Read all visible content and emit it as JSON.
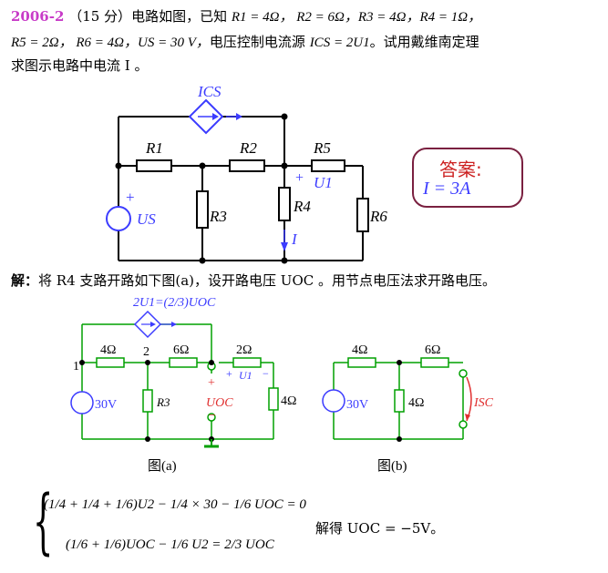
{
  "problem": {
    "id": "2006-2",
    "points": "（15 分）",
    "line1_text": "电路如图，已知",
    "line1_values": "R1 = 4Ω，  R2 = 6Ω，R3 = 4Ω，R4 = 1Ω，",
    "line2_values": "R5 = 2Ω，  R6 = 4Ω，US = 30 V，",
    "line2_text": "电压控制电流源",
    "line2_source": "ICS = 2U1",
    "line2_tail": "。试用戴维南定理",
    "line3": "求图示电路中电流 I 。"
  },
  "circuit_main": {
    "ics": "ICS",
    "r1": "R1",
    "r2": "R2",
    "r3": "R3",
    "r4": "R4",
    "r5": "R5",
    "r6": "R6",
    "us": "US",
    "u1": "U1",
    "i": "I",
    "plus": "+"
  },
  "answer": {
    "label": "答案:",
    "value": "I = 3A"
  },
  "solution": {
    "prefix": "解：",
    "text": "将 R4 支路开路如下图(a)，设开路电压 UOC 。用节点电压法求开路电压。"
  },
  "fig_a": {
    "source_label": "2U1=(2/3)UOC",
    "r_4": "4Ω",
    "r_6": "6Ω",
    "r_2": "2Ω",
    "r_4b": "4Ω",
    "node1": "1",
    "node2": "2",
    "vs": "30V",
    "r3": "R3",
    "uoc": "UOC",
    "u1": "U1",
    "caption": "图(a)"
  },
  "fig_b": {
    "r_4": "4Ω",
    "r_6": "6Ω",
    "r_4b": "4Ω",
    "vs": "30V",
    "isc": "ISC",
    "caption": "图(b)"
  },
  "equations": {
    "eq1": "(1/4 + 1/4 + 1/6)U2 − 1/4 × 30 − 1/6 UOC = 0",
    "eq2": "(1/6 + 1/6)UOC − 1/6 U2 = 2/3 UOC",
    "result": "解得 UOC = −5V。"
  }
}
